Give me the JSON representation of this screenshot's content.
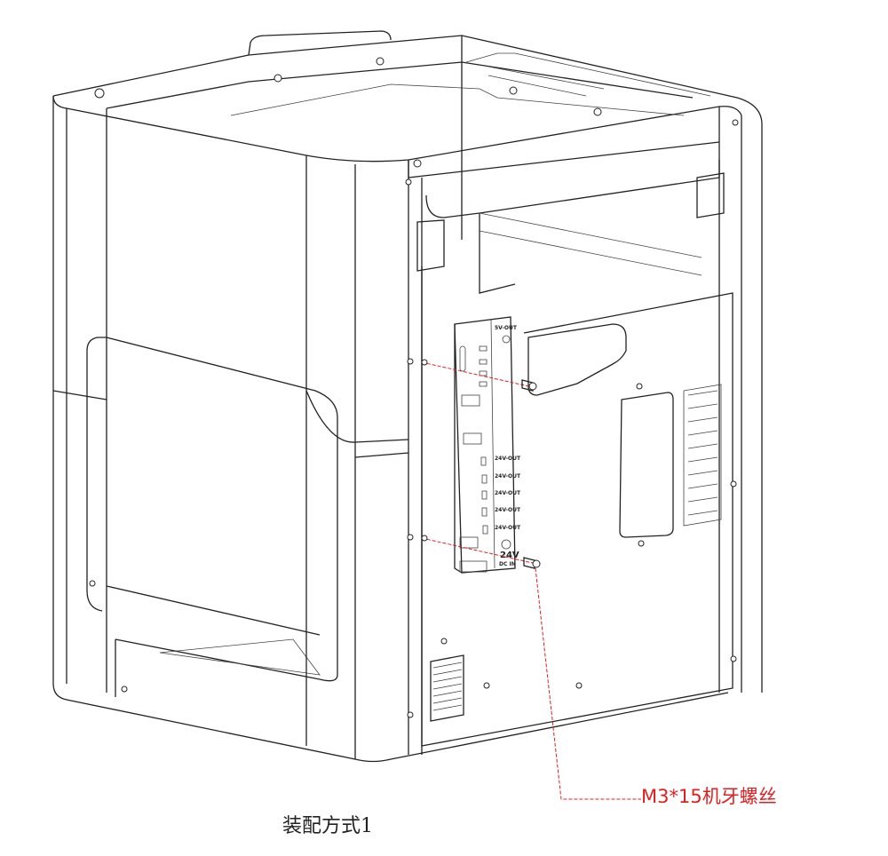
{
  "drawing": {
    "caption": "装配方式1",
    "callout_label": "M3*15机牙螺丝",
    "callout_color": "#e02020",
    "board_labels": {
      "top_out": "5V-OUT",
      "out_24v": "24V-OUT",
      "power_in_voltage": "24V",
      "power_in_type": "DC IN"
    }
  }
}
